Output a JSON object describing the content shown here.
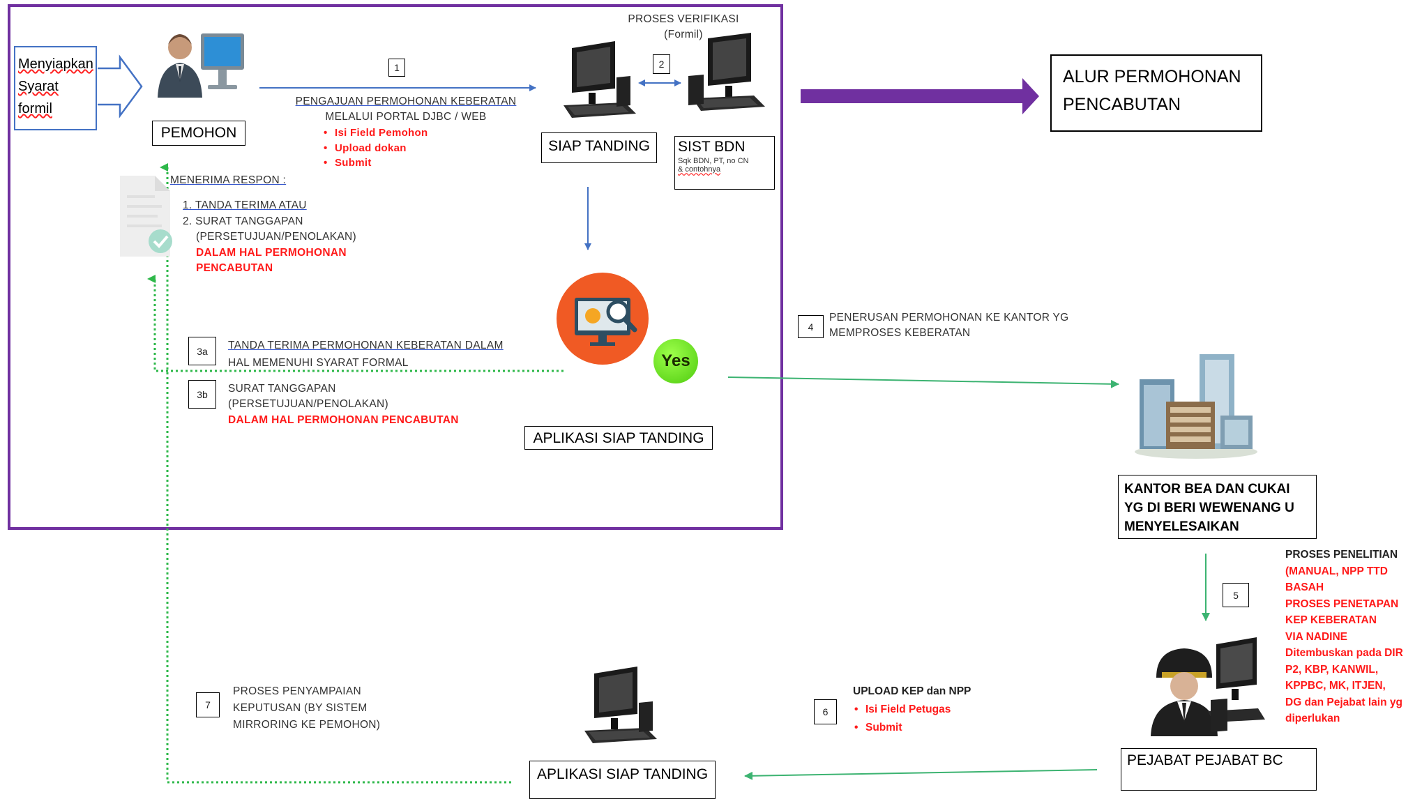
{
  "diagram": {
    "title_box": {
      "line1": "ALUR PERMOHONAN",
      "line2": "PENCABUTAN"
    },
    "prep_box": {
      "line1": "Menyiapkan",
      "line2": "Syarat",
      "line3": "formil"
    },
    "pemohon_label": "PEMOHON",
    "step1": {
      "num": "1",
      "line1": "PENGAJUAN PERMOHONAN KEBERATAN",
      "line2": "MELALUI PORTAL DJBC / WEB",
      "bullets": [
        "Isi Field Pemohon",
        "Upload dokan",
        "Submit"
      ]
    },
    "step2": {
      "num": "2",
      "line1": "PROSES VERIFIKASI",
      "line2": "(Formil)"
    },
    "siap_tanding_label": "SIAP TANDING",
    "sist_bdn": {
      "label": "SIST BDN",
      "sub1": "Sqk BDN, PT, no CN",
      "sub2": "& contohnya"
    },
    "menerima": {
      "title": "MENERIMA RESPON :",
      "items": [
        "1.  TANDA TERIMA ATAU",
        "2.  SURAT TANGGAPAN"
      ],
      "sub": "(PERSETUJUAN/PENOLAKAN)",
      "red1": "DALAM HAL PERMOHONAN",
      "red2": "PENCABUTAN"
    },
    "step3a": {
      "num": "3a",
      "line1": "TANDA TERIMA PERMOHONAN KEBERATAN DALAM",
      "line2": "HAL  MEMENUHI SYARAT FORMAL"
    },
    "step3b": {
      "num": "3b",
      "line1": "SURAT TANGGAPAN",
      "line2": "(PERSETUJUAN/PENOLAKAN)",
      "red": "DALAM HAL PERMOHONAN PENCABUTAN"
    },
    "yes_label": "Yes",
    "app1_label": "APLIKASI SIAP TANDING",
    "step4": {
      "num": "4",
      "line1": "PENERUSAN PERMOHONAN KE KANTOR YG",
      "line2": "MEMPROSES KEBERATAN"
    },
    "kantor_box": {
      "line1": "KANTOR BEA DAN CUKAI",
      "line2": "YG DI BERI WEWENANG U",
      "line3": "MENYELESAIKAN"
    },
    "step5": {
      "num": "5",
      "title": "PROSES PENELITIAN",
      "red_lines": [
        "(MANUAL, NPP TTD",
        "BASAH",
        "PROSES PENETAPAN",
        "KEP KEBERATAN",
        "VIA NADINE",
        "Ditembuskan pada DIR",
        "P2, KBP, KANWIL,",
        "KPPBC, MK, ITJEN,",
        "DG dan Pejabat lain yg",
        "diperlukan"
      ]
    },
    "pejabat_label": "PEJABAT PEJABAT BC",
    "step6": {
      "num": "6",
      "title": "UPLOAD KEP dan NPP",
      "bullets": [
        "Isi Field Petugas",
        "Submit"
      ]
    },
    "app2_label": "APLIKASI SIAP TANDING",
    "step7": {
      "num": "7",
      "line1": "PROSES PENYAMPAIAN",
      "line2": "KEPUTUSAN (BY SISTEM",
      "line3": "MIRRORING KE PEMOHON)"
    },
    "colors": {
      "frame": "#7030a0",
      "big_arrow": "#7030a0",
      "blue_arrow": "#4472c4",
      "green_arrow": "#3cb371",
      "dotted": "#2eb84a",
      "red_text": "#ff1a1a"
    }
  }
}
